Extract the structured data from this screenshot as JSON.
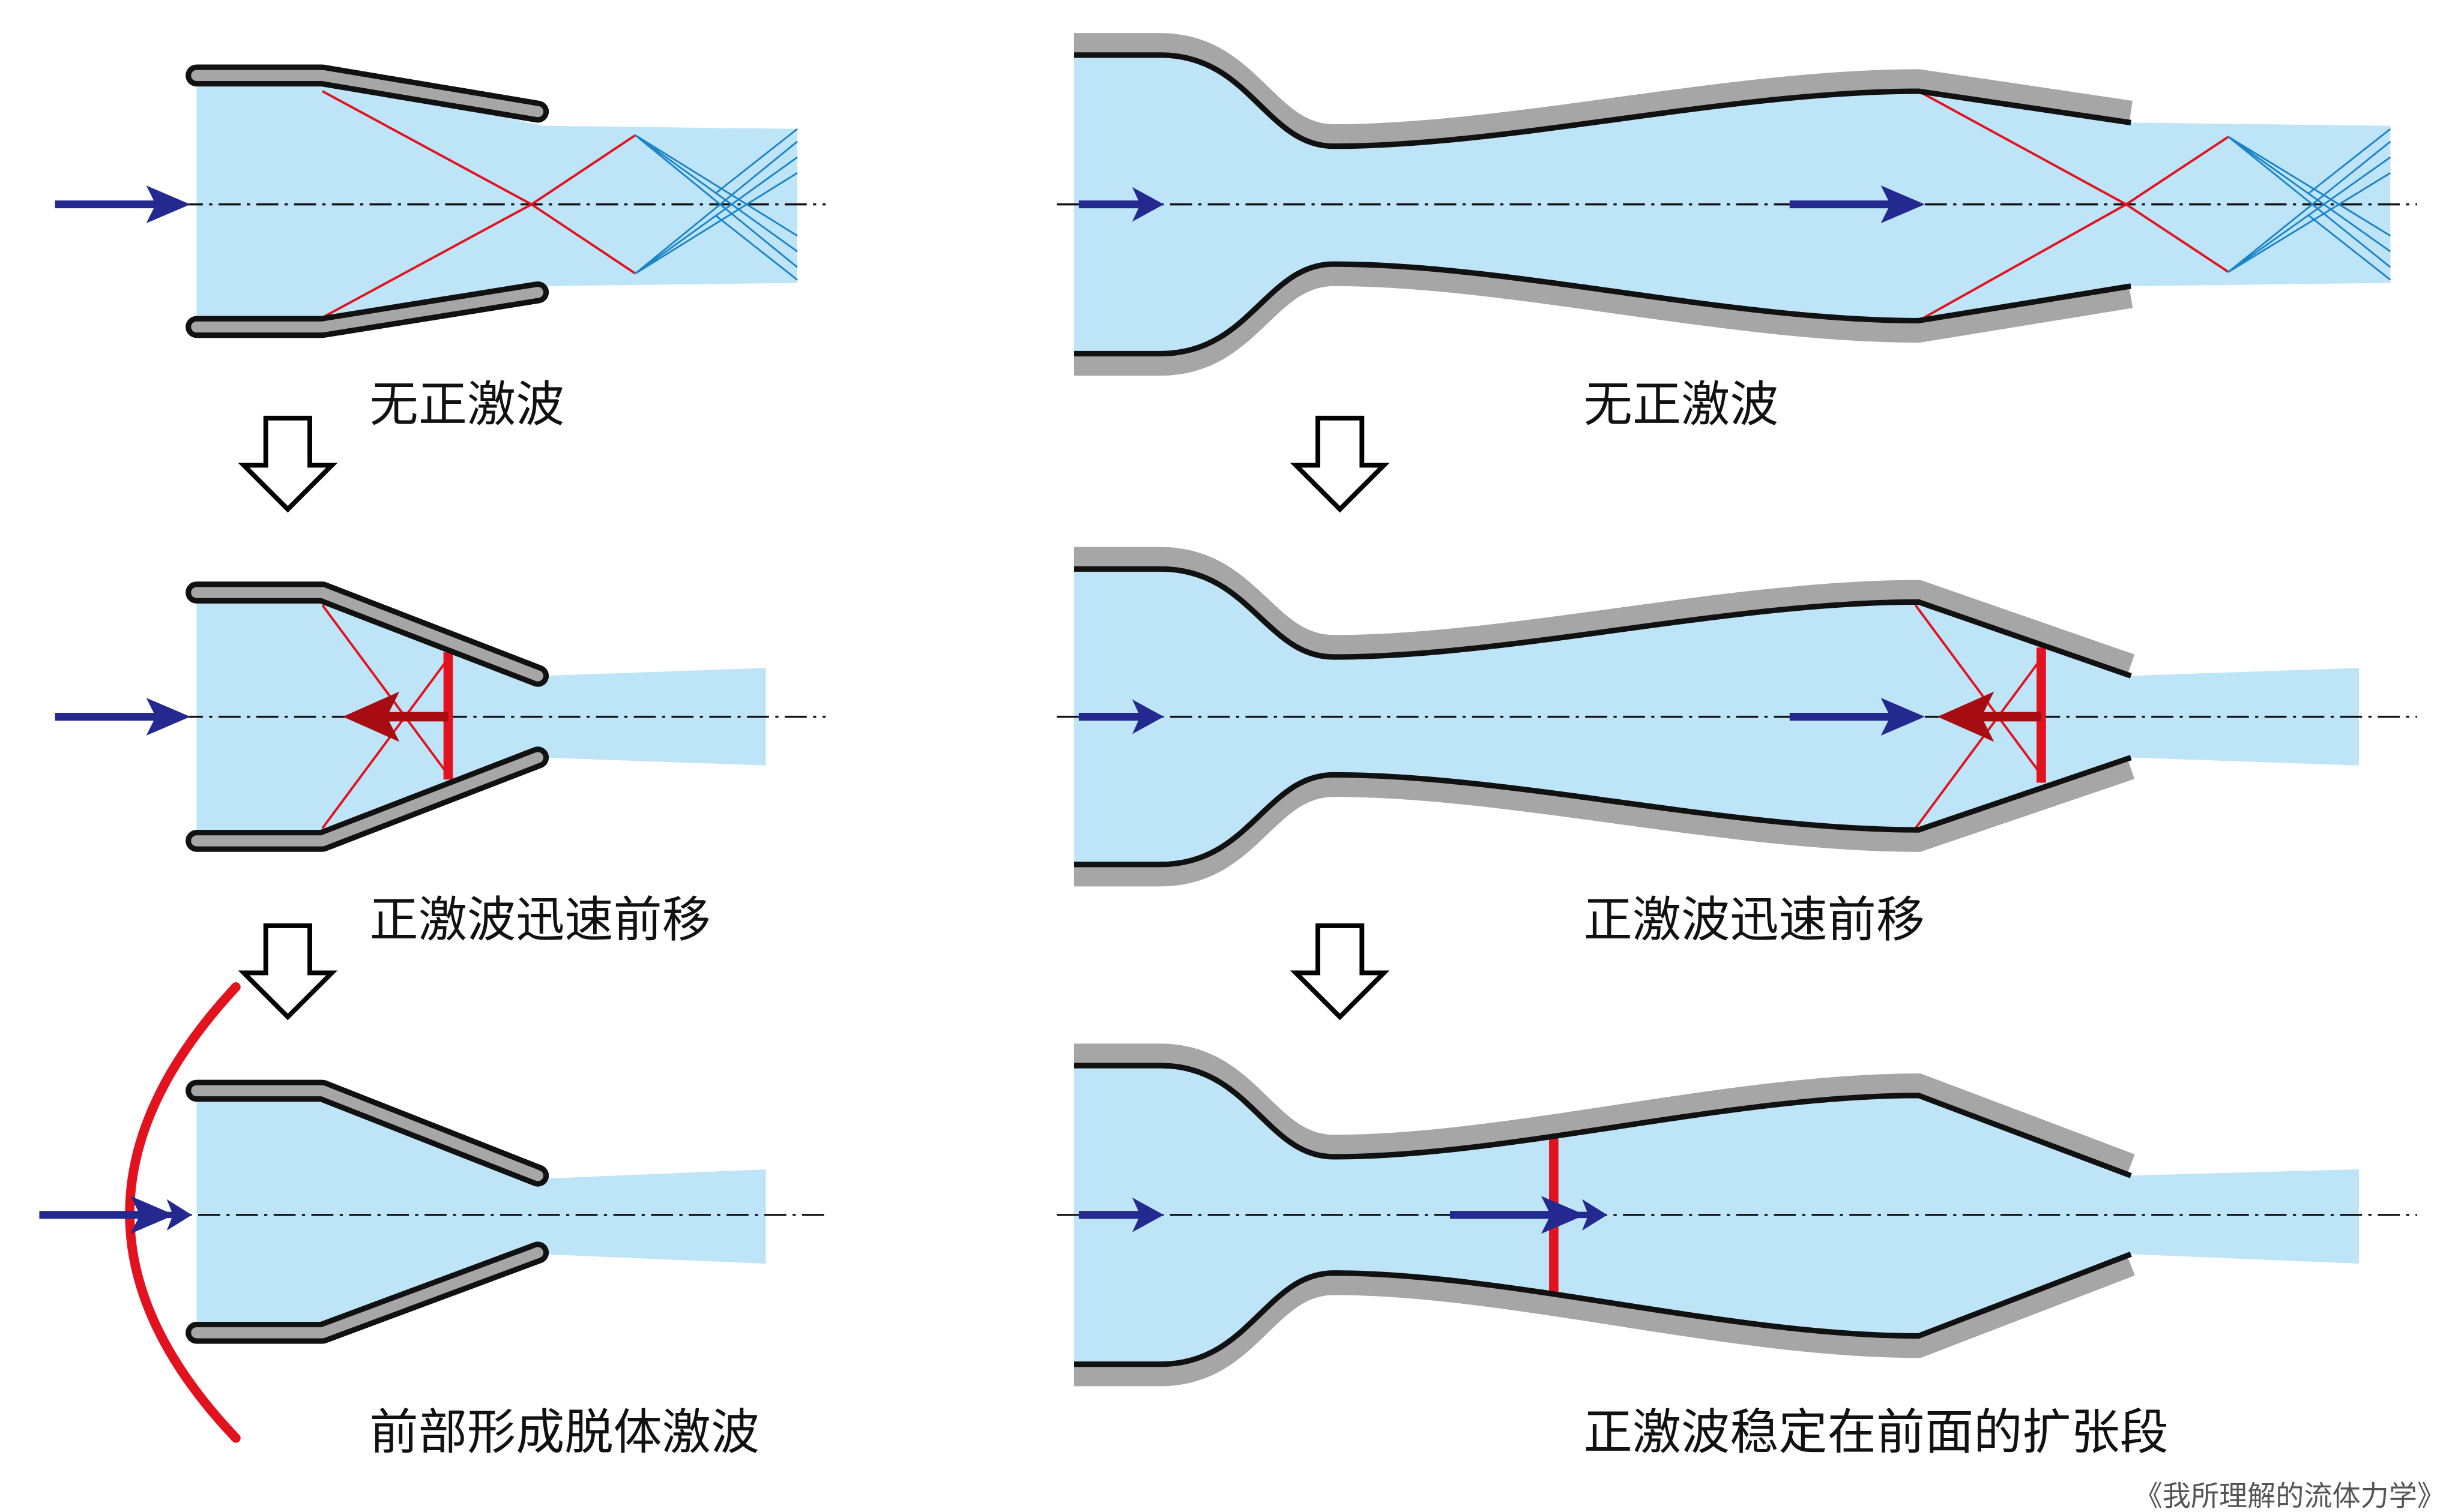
{
  "captions": {
    "left_1": "无正激波",
    "left_2": "正激波迅速前移",
    "left_3": "前部形成脱体激波",
    "right_1": "无正激波",
    "right_2": "正激波迅速前移",
    "right_3": "正激波稳定在前面的扩张段"
  },
  "credit": "《我所理解的流体力学》",
  "colors": {
    "flow": "#bee4f7",
    "wall_outline": "#111111",
    "wall_fill": "#a6a6a6",
    "shock": "#e3121f",
    "expansion": "#1b84c8",
    "flow_arrow": "#23298f",
    "shock_arrow": "#a60c12"
  }
}
